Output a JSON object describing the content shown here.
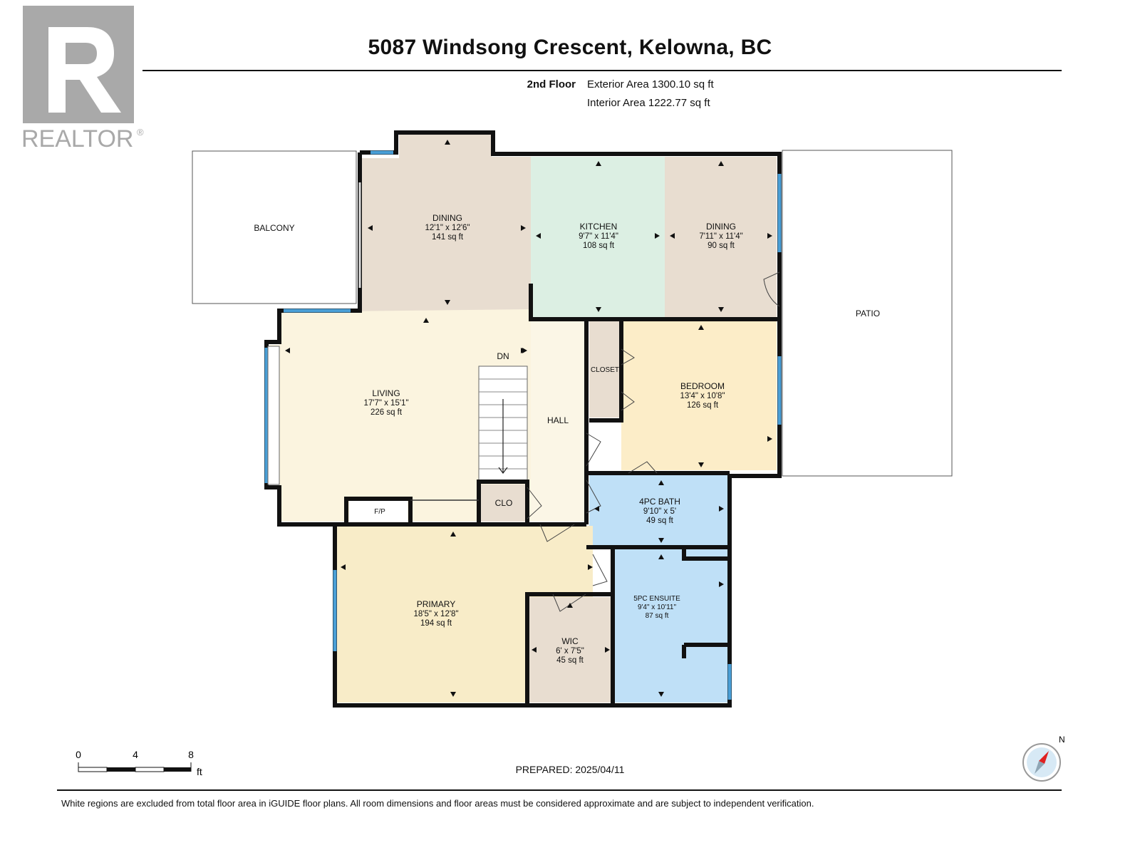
{
  "header": {
    "title": "5087 Windsong Crescent, Kelowna, BC",
    "floor": "2nd Floor",
    "exterior_area": "Exterior Area 1300.10 sq ft",
    "interior_area": "Interior Area 1222.77 sq ft"
  },
  "logo": {
    "text": "REALTOR",
    "mark": "®"
  },
  "rooms": {
    "balcony": {
      "name": "BALCONY"
    },
    "dining1": {
      "name": "DINING",
      "dims": "12'1\" x 12'6\"",
      "area": "141 sq ft"
    },
    "kitchen": {
      "name": "KITCHEN",
      "dims": "9'7\" x 11'4\"",
      "area": "108 sq ft"
    },
    "dining2": {
      "name": "DINING",
      "dims": "7'11\" x 11'4\"",
      "area": "90 sq ft"
    },
    "patio": {
      "name": "PATIO"
    },
    "living": {
      "name": "LIVING",
      "dims": "17'7\" x 15'1\"",
      "area": "226 sq ft"
    },
    "dn": {
      "name": "DN"
    },
    "hall": {
      "name": "HALL"
    },
    "closet": {
      "name": "CLOSET"
    },
    "bedroom": {
      "name": "BEDROOM",
      "dims": "13'4\" x 10'8\"",
      "area": "126 sq ft"
    },
    "fp": {
      "name": "F/P"
    },
    "clo": {
      "name": "CLO"
    },
    "bath": {
      "name": "4PC BATH",
      "dims": "9'10\" x 5'",
      "area": "49 sq ft"
    },
    "primary": {
      "name": "PRIMARY",
      "dims": "18'5\" x 12'8\"",
      "area": "194 sq ft"
    },
    "ensuite": {
      "name": "5PC ENSUITE",
      "dims": "9'4\" x 10'11\"",
      "area": "87 sq ft"
    },
    "wic": {
      "name": "WIC",
      "dims": "6' x 7'5\"",
      "area": "45 sq ft"
    }
  },
  "colors": {
    "wall": "#111111",
    "window": "#4a9fd6",
    "dining": "#e8ddd0",
    "kitchen": "#dcefe3",
    "living": "#fbf4df",
    "hall": "#fbf6e6",
    "bedroom": "#fcedc8",
    "bath": "#bfe0f7",
    "primary": "#f8ecc8",
    "wic": "#e8ddd0",
    "closet": "#e8ddd0"
  },
  "scale": {
    "ticks": [
      "0",
      "4",
      "8"
    ],
    "unit": "ft"
  },
  "compass": {
    "label": "N"
  },
  "prepared": "PREPARED: 2025/04/11",
  "footer_note": "White regions are excluded from total floor area in iGUIDE floor plans. All room dimensions and floor areas must be considered approximate and are subject to independent verification."
}
